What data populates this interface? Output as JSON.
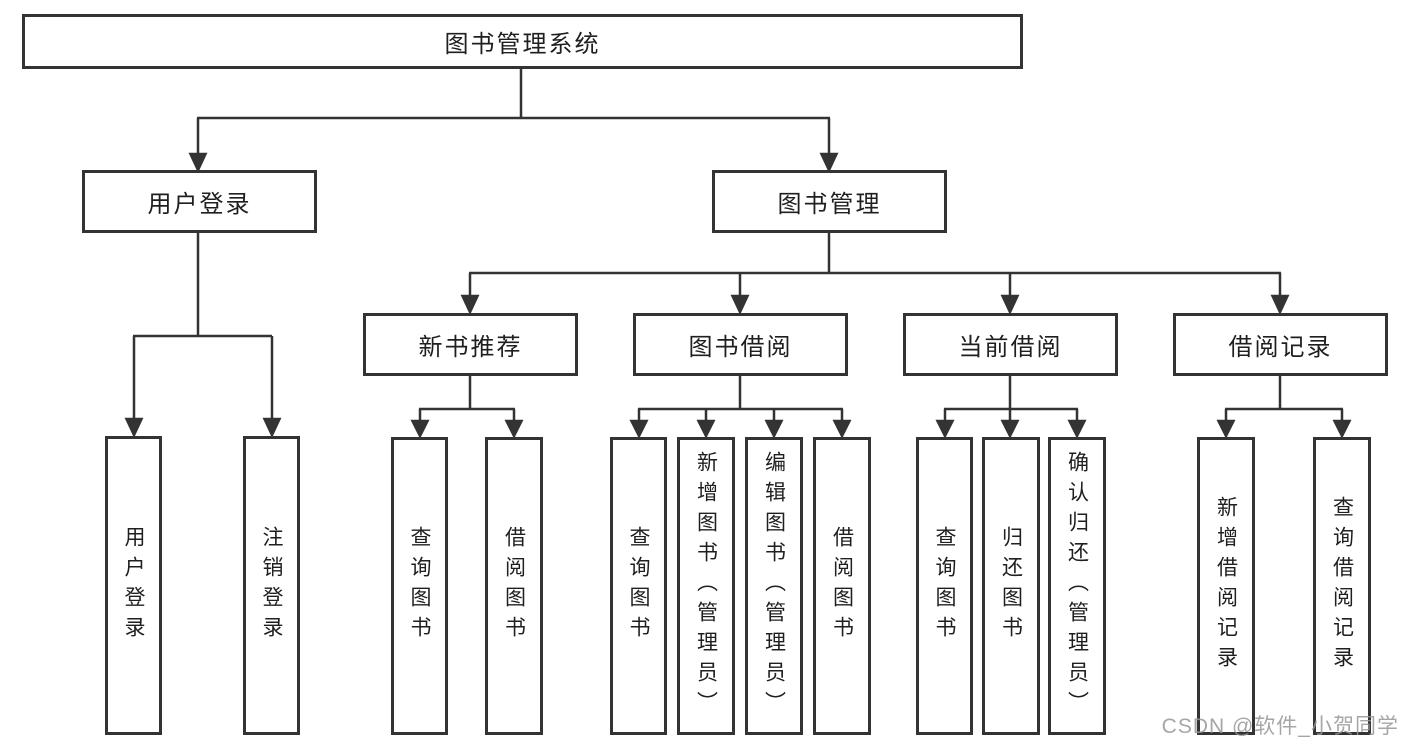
{
  "diagram": {
    "root": {
      "label": "图书管理系统"
    },
    "level2": [
      {
        "label": "用户登录",
        "children": [
          "用户登录",
          "注销登录"
        ]
      },
      {
        "label": "图书管理",
        "groups": [
          {
            "label": "新书推荐",
            "children": [
              "查询图书",
              "借阅图书"
            ]
          },
          {
            "label": "图书借阅",
            "children": [
              "查询图书",
              "新增图书（管理员）",
              "编辑图书（管理员）",
              "借阅图书"
            ]
          },
          {
            "label": "当前借阅",
            "children": [
              "查询图书",
              "归还图书",
              "确认归还（管理员）"
            ]
          },
          {
            "label": "借阅记录",
            "children": [
              "新增借阅记录",
              "查询借阅记录"
            ]
          }
        ]
      }
    ],
    "watermark": "CSDN @软件_小贺同学",
    "colors": {
      "line": "#333333",
      "text": "#1f1f1f",
      "background": "#ffffff",
      "watermark": "#969696"
    }
  }
}
